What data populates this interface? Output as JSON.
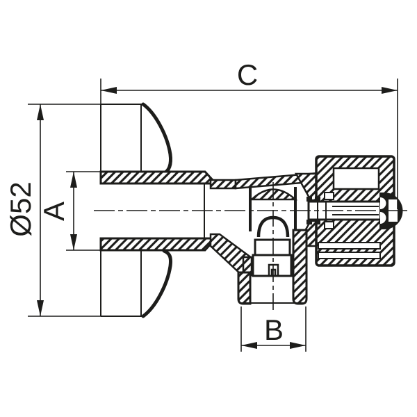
{
  "drawing": {
    "kind": "technical cross-section drawing",
    "subject": "angle-valve",
    "background": "#ffffff",
    "line_color": "#1d1d1b",
    "dimensions": {
      "overall_length": {
        "label": "C"
      },
      "inlet_height": {
        "label": "A"
      },
      "outlet_width": {
        "label": "B"
      },
      "handle_diameter": {
        "label": "Ø52"
      }
    }
  }
}
